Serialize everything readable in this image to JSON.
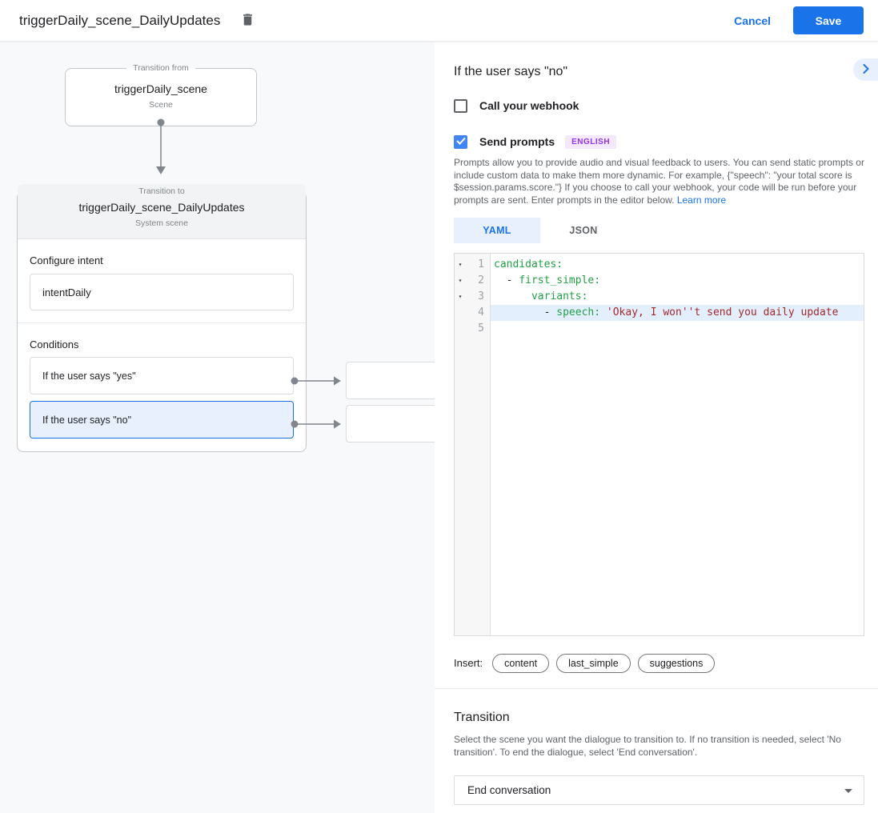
{
  "header": {
    "title": "triggerDaily_scene_DailyUpdates",
    "cancel_label": "Cancel",
    "save_label": "Save"
  },
  "canvas": {
    "from_node": {
      "legend": "Transition from",
      "title": "triggerDaily_scene",
      "subtitle": "Scene"
    },
    "to_node": {
      "legend": "Transition to",
      "title": "triggerDaily_scene_DailyUpdates",
      "subtitle": "System scene",
      "configure_intent_label": "Configure intent",
      "intent_value": "intentDaily",
      "conditions_label": "Conditions",
      "conditions": [
        {
          "label": "If the user says \"yes\"",
          "selected": false
        },
        {
          "label": "If the user says \"no\"",
          "selected": true
        }
      ]
    }
  },
  "panel": {
    "title": "If the user says \"no\"",
    "webhook_checkbox": {
      "label": "Call your webhook",
      "checked": false
    },
    "prompts_checkbox": {
      "label": "Send prompts",
      "checked": true,
      "badge": "ENGLISH"
    },
    "description": "Prompts allow you to provide audio and visual feedback to users. You can send static prompts or include custom data to make them more dynamic. For example, {\"speech\": \"your total score is $session.params.score.\"} If you choose to call your webhook, your code will be run before your prompts are sent. Enter prompts in the editor below. ",
    "learn_more_label": "Learn more",
    "tabs": [
      {
        "label": "YAML",
        "active": true
      },
      {
        "label": "JSON",
        "active": false
      }
    ],
    "editor": {
      "lines": [
        {
          "number": 1,
          "fold": true,
          "highlight": false,
          "tokens": [
            {
              "t": "key",
              "v": "candidates:"
            }
          ]
        },
        {
          "number": 2,
          "fold": true,
          "highlight": false,
          "tokens": [
            {
              "t": "plain",
              "v": "  - "
            },
            {
              "t": "key",
              "v": "first_simple:"
            }
          ]
        },
        {
          "number": 3,
          "fold": true,
          "highlight": false,
          "tokens": [
            {
              "t": "plain",
              "v": "      "
            },
            {
              "t": "key",
              "v": "variants:"
            }
          ]
        },
        {
          "number": 4,
          "fold": false,
          "highlight": true,
          "tokens": [
            {
              "t": "plain",
              "v": "        - "
            },
            {
              "t": "key",
              "v": "speech:"
            },
            {
              "t": "plain",
              "v": " "
            },
            {
              "t": "string",
              "v": "'Okay, I won''t send you daily update"
            }
          ]
        },
        {
          "number": 5,
          "fold": false,
          "highlight": false,
          "tokens": []
        }
      ]
    },
    "insert_label": "Insert:",
    "insert_chips": [
      "content",
      "last_simple",
      "suggestions"
    ],
    "transition": {
      "heading": "Transition",
      "description": "Select the scene you want the dialogue to transition to. If no transition is needed, select 'No transition'. To end the dialogue, select 'End conversation'.",
      "selected_value": "End conversation"
    }
  },
  "colors": {
    "accent_blue": "#1a73e8",
    "checkbox_blue": "#4285f4",
    "selected_condition_bg": "#e8f0fe",
    "badge_bg": "#f3e8fd",
    "badge_text": "#9334e6",
    "yaml_key": "#22a047",
    "yaml_string": "#a52a2a",
    "active_line_bg": "#e3effd",
    "canvas_bg": "#f8f9fa"
  }
}
